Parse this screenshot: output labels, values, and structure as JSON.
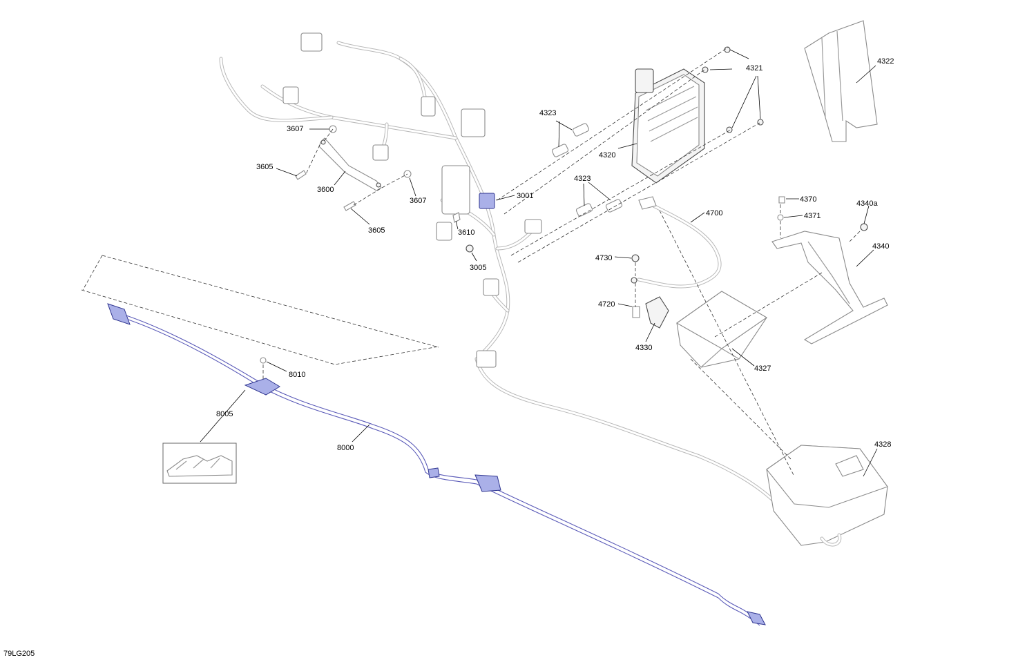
{
  "figure_code": "79LG205",
  "callouts": {
    "c3001": "3001",
    "c3005": "3005",
    "c3600": "3600",
    "c3605a": "3605",
    "c3605b": "3605",
    "c3607a": "3607",
    "c3607b": "3607",
    "c3610": "3610",
    "c4320": "4320",
    "c4321": "4321",
    "c4322": "4322",
    "c4323a": "4323",
    "c4323b": "4323",
    "c4327": "4327",
    "c4328": "4328",
    "c4330": "4330",
    "c4340": "4340",
    "c4340a": "4340a",
    "c4370": "4370",
    "c4371": "4371",
    "c4700": "4700",
    "c4720": "4720",
    "c4730": "4730",
    "c8000": "8000",
    "c8005": "8005",
    "c8010": "8010"
  }
}
